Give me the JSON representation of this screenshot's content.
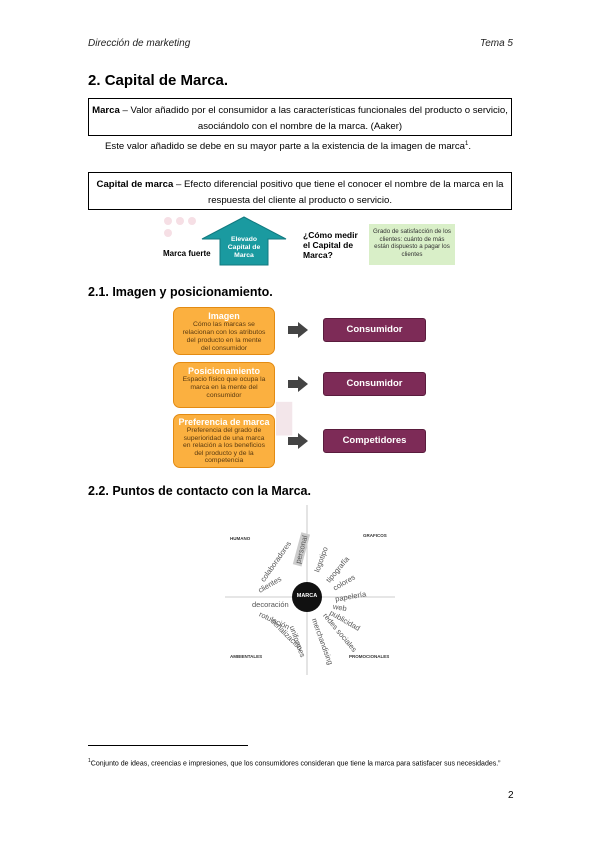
{
  "header": {
    "subject": "Dirección de marketing",
    "topic": "Tema 5"
  },
  "section": {
    "number": "2.",
    "title": "Capital de Marca."
  },
  "box1": {
    "term": "Marca",
    "text": " – Valor añadido por el consumidor a las características funcionales del producto o servicio, asociándolo con el nombre de la marca. (Aaker)"
  },
  "paragraph": {
    "text": "Este valor añadido se debe en su mayor parte a la existencia de la imagen de marca",
    "footnote_ref": "1",
    "end": "."
  },
  "box2": {
    "term": "Capital de marca",
    "text": " – Efecto diferencial positivo que tiene el conocer el nombre de la marca en la respuesta del cliente al producto o servicio."
  },
  "brand_diagram": {
    "left_label": "Marca fuerte",
    "arrow_label": "Elevado Capital de Marca",
    "question": "¿Cómo medir el Capital de Marca?",
    "answer": "Grado de satisfacción de los clientes: cuánto de más están dispuesto a pagar los clientes"
  },
  "subsection1": {
    "title": "2.1. Imagen y posicionamiento."
  },
  "concepts": [
    {
      "title": "Imagen",
      "desc": "Cómo las marcas se relacionan con los atributos del producto en la mente del consumidor",
      "target": "Consumidor"
    },
    {
      "title": "Posicionamiento",
      "desc": "Espacio físico que ocupa la marca en la mente del consumidor",
      "target": "Consumidor"
    },
    {
      "title": "Preferencia de marca",
      "desc": "Preferencia del grado de superioridad de una marca en relación a los beneficios del producto y de la competencia",
      "target": "Competidores"
    }
  ],
  "subsection2": {
    "title": "2.2. Puntos de contacto con la Marca."
  },
  "contact_diagram": {
    "center": "MARCA",
    "quadrants": [
      "HUMANO",
      "GRAFICOS",
      "AMBIENTALES",
      "PROMOCIONALES"
    ],
    "points": [
      "personal",
      "colaboradores",
      "clientes",
      "decoración",
      "rotulación",
      "señalización",
      "uniformes",
      "logotipo",
      "tipografía",
      "colores",
      "papelería",
      "web",
      "publicidad",
      "redes sociales",
      "merchandising"
    ]
  },
  "footnote": {
    "number": "1",
    "text": "Conjunto de ideas, creencias e impresiones, que los consumidores consideran que tiene la marca para satisfacer sus necesidades.”"
  },
  "page_number": "2",
  "colors": {
    "orange": "#fbb040",
    "purple": "#7d2b57",
    "teal": "#1a9aa0",
    "green": "#d9efc8"
  }
}
